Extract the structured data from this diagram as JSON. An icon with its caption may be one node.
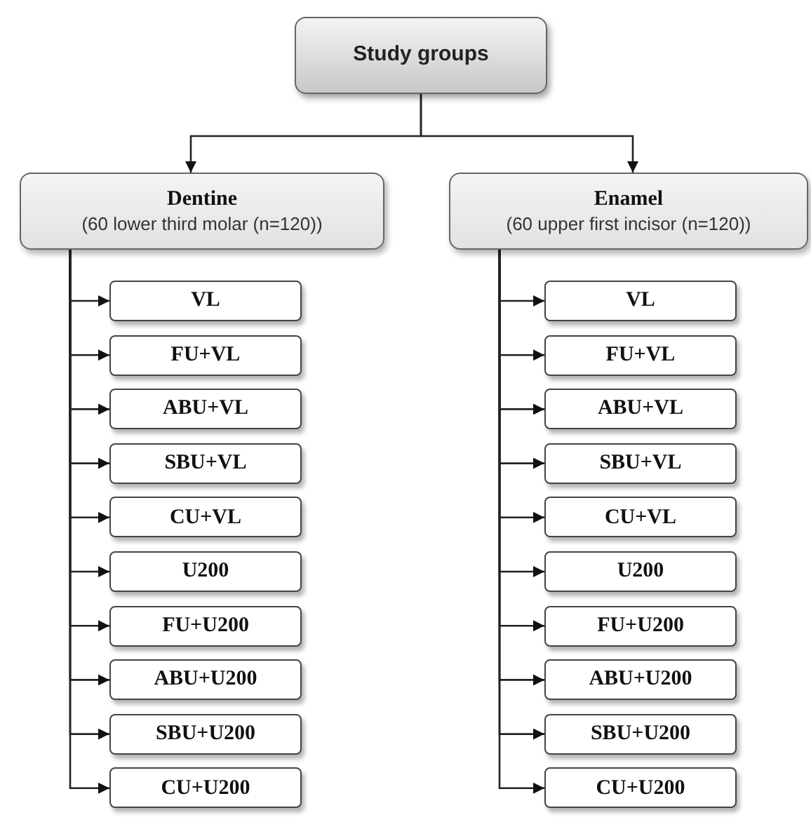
{
  "diagram": {
    "nodes": [
      {
        "text": [
          "Study groups"
        ]
      },
      {
        "text": [
          "Dentine",
          "(60 lower third molar (n=120))"
        ]
      },
      {
        "text": [
          "Enamel",
          "(60 upper first incisor (n=120))"
        ]
      },
      {
        "text": [
          "VL"
        ]
      },
      {
        "text": [
          "FU+VL"
        ]
      },
      {
        "text": [
          "ABU+VL"
        ]
      },
      {
        "text": [
          "SBU+VL"
        ]
      },
      {
        "text": [
          "CU+VL"
        ]
      },
      {
        "text": [
          "U200"
        ]
      },
      {
        "text": [
          "FU+U200"
        ]
      },
      {
        "text": [
          "ABU+U200"
        ]
      },
      {
        "text": [
          "SBU+U200"
        ]
      },
      {
        "text": [
          "CU+U200"
        ]
      },
      {
        "text": [
          "VL"
        ]
      },
      {
        "text": [
          "FU+VL"
        ]
      },
      {
        "text": [
          "ABU+VL"
        ]
      },
      {
        "text": [
          "SBU+VL"
        ]
      },
      {
        "text": [
          "CU+VL"
        ]
      },
      {
        "text": [
          "U200"
        ]
      },
      {
        "text": [
          "FU+U200"
        ]
      },
      {
        "text": [
          "ABU+U200"
        ]
      },
      {
        "text": [
          "SBU+U200"
        ]
      },
      {
        "text": [
          "CU+U200"
        ]
      }
    ],
    "edges": [
      {
        "from": 0,
        "to": 1,
        "arrow": "to"
      },
      {
        "from": 0,
        "to": 2,
        "arrow": "to"
      },
      {
        "from": 1,
        "to": 3,
        "arrow": "to"
      },
      {
        "from": 1,
        "to": 4,
        "arrow": "to"
      },
      {
        "from": 1,
        "to": 5,
        "arrow": "to"
      },
      {
        "from": 1,
        "to": 6,
        "arrow": "to"
      },
      {
        "from": 1,
        "to": 7,
        "arrow": "to"
      },
      {
        "from": 1,
        "to": 8,
        "arrow": "to"
      },
      {
        "from": 1,
        "to": 9,
        "arrow": "to"
      },
      {
        "from": 1,
        "to": 10,
        "arrow": "to"
      },
      {
        "from": 1,
        "to": 11,
        "arrow": "to"
      },
      {
        "from": 1,
        "to": 12,
        "arrow": "to"
      },
      {
        "from": 2,
        "to": 13,
        "arrow": "to"
      },
      {
        "from": 2,
        "to": 14,
        "arrow": "to"
      },
      {
        "from": 2,
        "to": 15,
        "arrow": "to"
      },
      {
        "from": 2,
        "to": 16,
        "arrow": "to"
      },
      {
        "from": 2,
        "to": 17,
        "arrow": "to"
      },
      {
        "from": 2,
        "to": 18,
        "arrow": "to"
      },
      {
        "from": 2,
        "to": 19,
        "arrow": "to"
      },
      {
        "from": 2,
        "to": 20,
        "arrow": "to"
      },
      {
        "from": 2,
        "to": 21,
        "arrow": "to"
      },
      {
        "from": 2,
        "to": 22,
        "arrow": "to"
      }
    ]
  }
}
